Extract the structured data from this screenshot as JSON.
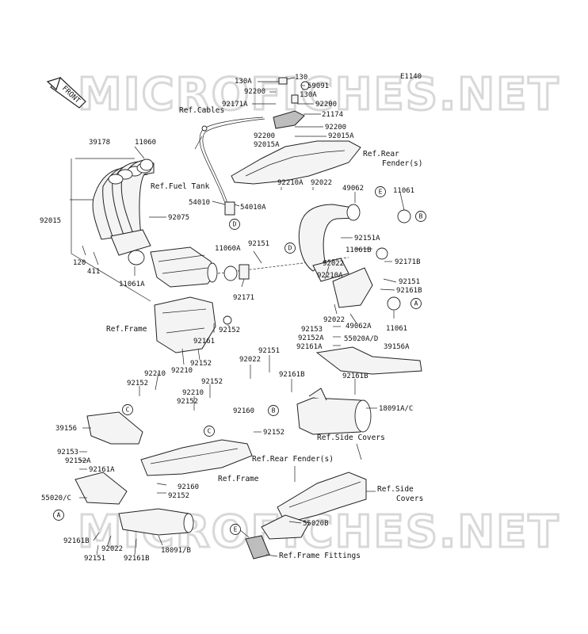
{
  "diagram_code": "E1140",
  "watermark": "MICROFICHES.NET",
  "front_label": "FRONT",
  "part_labels": [
    {
      "id": "p1",
      "text": "130A"
    },
    {
      "id": "p2",
      "text": "130"
    },
    {
      "id": "p3",
      "text": "59091"
    },
    {
      "id": "p4",
      "text": "92200"
    },
    {
      "id": "p5",
      "text": "130A"
    },
    {
      "id": "p6",
      "text": "92171A"
    },
    {
      "id": "p7",
      "text": "92200"
    },
    {
      "id": "p8",
      "text": "21174"
    },
    {
      "id": "p9",
      "text": "92200"
    },
    {
      "id": "p10",
      "text": "92200"
    },
    {
      "id": "p11",
      "text": "92015A"
    },
    {
      "id": "p12",
      "text": "92015A"
    },
    {
      "id": "p13",
      "text": "39178"
    },
    {
      "id": "p14",
      "text": "11060"
    },
    {
      "id": "p15",
      "text": "92015"
    },
    {
      "id": "p16",
      "text": "92075"
    },
    {
      "id": "p17",
      "text": "120"
    },
    {
      "id": "p18",
      "text": "411"
    },
    {
      "id": "p19",
      "text": "11061A"
    },
    {
      "id": "p20",
      "text": "54010"
    },
    {
      "id": "p21",
      "text": "54010A"
    },
    {
      "id": "p22",
      "text": "92210A"
    },
    {
      "id": "p23",
      "text": "92022"
    },
    {
      "id": "p24",
      "text": "49062"
    },
    {
      "id": "p25",
      "text": "11061"
    },
    {
      "id": "p26",
      "text": "92151"
    },
    {
      "id": "p27",
      "text": "92151A"
    },
    {
      "id": "p28",
      "text": "11061B"
    },
    {
      "id": "p29",
      "text": "11060A"
    },
    {
      "id": "p30",
      "text": "92022"
    },
    {
      "id": "p31",
      "text": "92171B"
    },
    {
      "id": "p32",
      "text": "92210A"
    },
    {
      "id": "p33",
      "text": "92151"
    },
    {
      "id": "p34",
      "text": "92161B"
    },
    {
      "id": "p35",
      "text": "92171"
    },
    {
      "id": "p36",
      "text": "92022"
    },
    {
      "id": "p37",
      "text": "49062A"
    },
    {
      "id": "p38",
      "text": "11061"
    },
    {
      "id": "p39",
      "text": "92152"
    },
    {
      "id": "p40",
      "text": "92161"
    },
    {
      "id": "p41",
      "text": "92153"
    },
    {
      "id": "p42",
      "text": "92152A"
    },
    {
      "id": "p43",
      "text": "92161A"
    },
    {
      "id": "p44",
      "text": "55020A/D"
    },
    {
      "id": "p45",
      "text": "39156A"
    },
    {
      "id": "p46",
      "text": "92210"
    },
    {
      "id": "p47",
      "text": "92152"
    },
    {
      "id": "p48",
      "text": "92151"
    },
    {
      "id": "p49",
      "text": "92022"
    },
    {
      "id": "p50",
      "text": "92161B"
    },
    {
      "id": "p51",
      "text": "92161B"
    },
    {
      "id": "p52",
      "text": "92210"
    },
    {
      "id": "p53",
      "text": "92152"
    },
    {
      "id": "p54",
      "text": "92152"
    },
    {
      "id": "p55",
      "text": "92210"
    },
    {
      "id": "p56",
      "text": "92152"
    },
    {
      "id": "p57",
      "text": "92160"
    },
    {
      "id": "p58",
      "text": "18091A/C"
    },
    {
      "id": "p59",
      "text": "92152"
    },
    {
      "id": "p60",
      "text": "39156"
    },
    {
      "id": "p61",
      "text": "92153"
    },
    {
      "id": "p62",
      "text": "92152A"
    },
    {
      "id": "p63",
      "text": "92161A"
    },
    {
      "id": "p64",
      "text": "92160"
    },
    {
      "id": "p65",
      "text": "92152"
    },
    {
      "id": "p66",
      "text": "55020/C"
    },
    {
      "id": "p67",
      "text": "55020B"
    },
    {
      "id": "p68",
      "text": "92161B"
    },
    {
      "id": "p69",
      "text": "92022"
    },
    {
      "id": "p70",
      "text": "18091/B"
    },
    {
      "id": "p71",
      "text": "92151"
    },
    {
      "id": "p72",
      "text": "92161B"
    }
  ],
  "ref_labels": [
    {
      "id": "r1",
      "text": "Ref.Cables"
    },
    {
      "id": "r2",
      "text": "Ref.Rear"
    },
    {
      "id": "r3",
      "text": "Fender(s)"
    },
    {
      "id": "r4",
      "text": "Ref.Fuel Tank"
    },
    {
      "id": "r5",
      "text": "Ref.Frame"
    },
    {
      "id": "r6",
      "text": "Ref.Side Covers"
    },
    {
      "id": "r7",
      "text": "Ref.Rear Fender(s)"
    },
    {
      "id": "r8",
      "text": "Ref.Frame"
    },
    {
      "id": "r9",
      "text": "Ref.Side"
    },
    {
      "id": "r10",
      "text": "Covers"
    },
    {
      "id": "r11",
      "text": "Ref.Frame Fittings"
    }
  ],
  "callouts": [
    {
      "id": "c1",
      "text": "D"
    },
    {
      "id": "c2",
      "text": "E"
    },
    {
      "id": "c3",
      "text": "B"
    },
    {
      "id": "c4",
      "text": "D"
    },
    {
      "id": "c5",
      "text": "A"
    },
    {
      "id": "c6",
      "text": "C"
    },
    {
      "id": "c7",
      "text": "B"
    },
    {
      "id": "c8",
      "text": "C"
    },
    {
      "id": "c9",
      "text": "A"
    },
    {
      "id": "c10",
      "text": "E"
    }
  ]
}
